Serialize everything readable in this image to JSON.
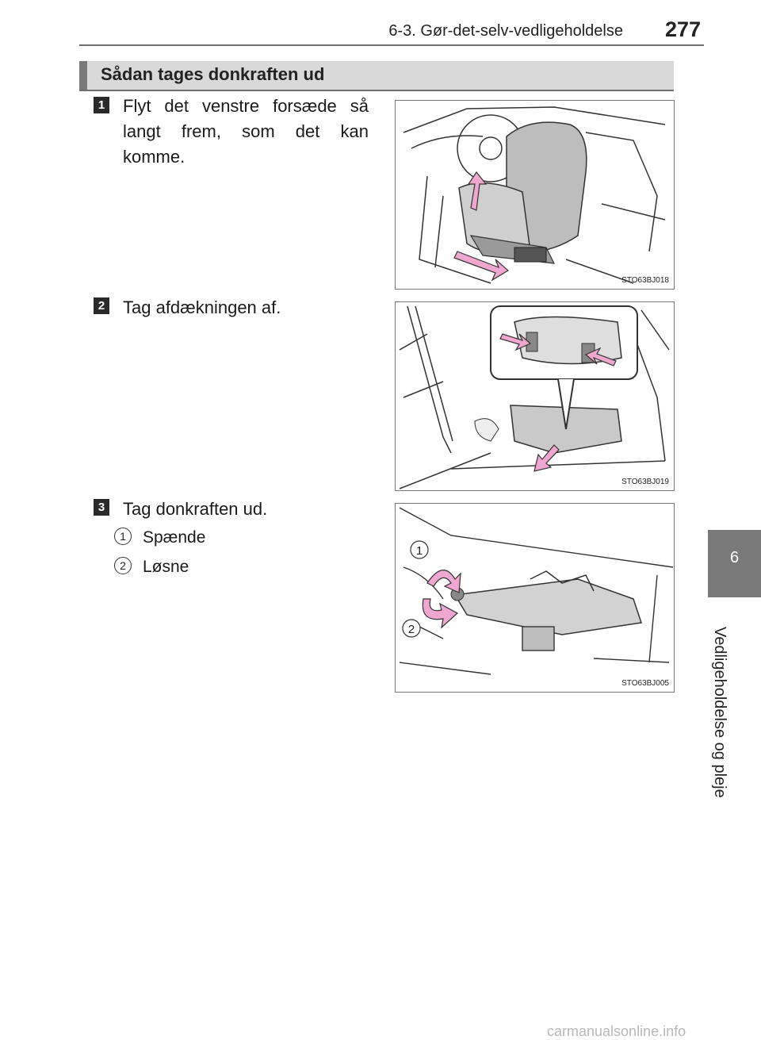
{
  "header": {
    "section_title": "6-3. Gør-det-selv-vedligeholdelse",
    "page_number": "277"
  },
  "side_tab": {
    "chapter_number": "6",
    "chapter_title": "Vedligeholdelse og pleje"
  },
  "section": {
    "title": "Sådan tages donkraften ud"
  },
  "steps": [
    {
      "number": "1",
      "text": "Flyt det venstre forsæde så langt frem, som det kan komme.",
      "figure_code": "STO63BJ018"
    },
    {
      "number": "2",
      "text": "Tag afdækningen af.",
      "figure_code": "STO63BJ019"
    },
    {
      "number": "3",
      "text": "Tag donkraften ud.",
      "figure_code": "STO63BJ005",
      "sub_items": [
        {
          "number": "1",
          "text": "Spænde"
        },
        {
          "number": "2",
          "text": "Løsne"
        }
      ]
    }
  ],
  "colors": {
    "arrow": "#f0a7cf",
    "tab_gray": "#7a7a7a",
    "section_gray": "#d9d9d9"
  },
  "watermark": "carmanualsonline.info"
}
